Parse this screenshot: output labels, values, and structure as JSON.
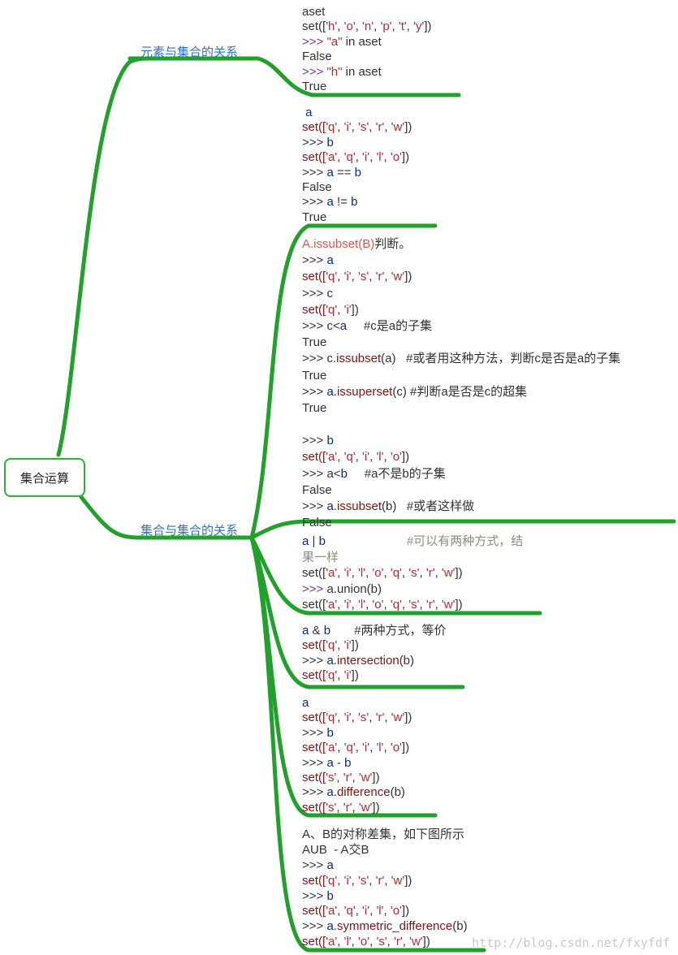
{
  "root": "集合运算",
  "topics": [
    {
      "label": "元素与集合的关系"
    },
    {
      "label": "集合与集合的关系"
    }
  ],
  "blocks": [
    {
      "lines": [
        [
          [
            "def",
            "aset"
          ]
        ],
        [
          [
            "def",
            "set(["
          ],
          [
            "str",
            "'h'"
          ],
          [
            "def",
            ", "
          ],
          [
            "str",
            "'o'"
          ],
          [
            "def",
            ", "
          ],
          [
            "str",
            "'n'"
          ],
          [
            "def",
            ", "
          ],
          [
            "str",
            "'p'"
          ],
          [
            "def",
            ", "
          ],
          [
            "str",
            "'t'"
          ],
          [
            "def",
            ", "
          ],
          [
            "str",
            "'y'"
          ],
          [
            "def",
            "])"
          ]
        ],
        [
          [
            "prompt",
            ">>> "
          ],
          [
            "str",
            "\"a\""
          ],
          [
            "def",
            " in aset"
          ]
        ],
        [
          [
            "def",
            "False"
          ]
        ],
        [
          [
            "prompt",
            ">>> "
          ],
          [
            "str",
            "\"h\""
          ],
          [
            "def",
            " in aset"
          ]
        ],
        [
          [
            "def",
            "True"
          ]
        ]
      ]
    },
    {
      "lines": [
        [
          [
            "var",
            " a"
          ]
        ],
        [
          [
            "fn",
            "set(["
          ],
          [
            "str",
            "'q'"
          ],
          [
            "def",
            ", "
          ],
          [
            "str",
            "'i'"
          ],
          [
            "def",
            ", "
          ],
          [
            "str",
            "'s'"
          ],
          [
            "def",
            ", "
          ],
          [
            "str",
            "'r'"
          ],
          [
            "def",
            ", "
          ],
          [
            "str",
            "'w'"
          ],
          [
            "def",
            "])"
          ]
        ],
        [
          [
            "def",
            ">>> "
          ],
          [
            "var",
            "b"
          ]
        ],
        [
          [
            "fn",
            "set(["
          ],
          [
            "str",
            "'a'"
          ],
          [
            "def",
            ", "
          ],
          [
            "str",
            "'q'"
          ],
          [
            "def",
            ", "
          ],
          [
            "str",
            "'i'"
          ],
          [
            "def",
            ", "
          ],
          [
            "str",
            "'l'"
          ],
          [
            "def",
            ", "
          ],
          [
            "str",
            "'o'"
          ],
          [
            "def",
            "])"
          ]
        ],
        [
          [
            "def",
            ">>> "
          ],
          [
            "var",
            "a"
          ],
          [
            "def",
            " == "
          ],
          [
            "var",
            "b"
          ]
        ],
        [
          [
            "def",
            "False"
          ]
        ],
        [
          [
            "def",
            ">>> "
          ],
          [
            "var",
            "a"
          ],
          [
            "def",
            " != "
          ],
          [
            "var",
            "b"
          ]
        ],
        [
          [
            "def",
            "True"
          ]
        ]
      ]
    },
    {
      "lines": [
        [
          [
            "orange",
            "A.issubset(B)"
          ],
          [
            "def",
            "判断。"
          ]
        ],
        [
          [
            "def",
            ">>> "
          ],
          [
            "var",
            "a"
          ]
        ],
        [
          [
            "fn",
            "set(["
          ],
          [
            "str",
            "'q'"
          ],
          [
            "def",
            ", "
          ],
          [
            "str",
            "'i'"
          ],
          [
            "def",
            ", "
          ],
          [
            "str",
            "'s'"
          ],
          [
            "def",
            ", "
          ],
          [
            "str",
            "'r'"
          ],
          [
            "def",
            ", "
          ],
          [
            "str",
            "'w'"
          ],
          [
            "def",
            "])"
          ]
        ],
        [
          [
            "def",
            ">>> c"
          ]
        ],
        [
          [
            "fn",
            "set(["
          ],
          [
            "str",
            "'q'"
          ],
          [
            "def",
            ", "
          ],
          [
            "str",
            "'i'"
          ],
          [
            "def",
            "])"
          ]
        ],
        [
          [
            "def",
            ">>> c<"
          ],
          [
            "var",
            "a"
          ],
          [
            "def",
            "     #c是a的子集"
          ]
        ],
        [
          [
            "def",
            "True"
          ]
        ],
        [
          [
            "def",
            ">>> c."
          ],
          [
            "fn",
            "issubset"
          ],
          [
            "def",
            "(a)   #或者用这种方法，判断c是否是a的子集"
          ]
        ],
        [
          [
            "def",
            "True"
          ]
        ],
        [
          [
            "def",
            ">>> "
          ],
          [
            "var",
            "a"
          ],
          [
            "def",
            "."
          ],
          [
            "fn",
            "issuperset"
          ],
          [
            "def",
            "(c) #判断a是否是c的超集"
          ]
        ],
        [
          [
            "def",
            "True"
          ]
        ],
        [
          [
            "def",
            " "
          ]
        ],
        [
          [
            "def",
            ">>> "
          ],
          [
            "var",
            "b"
          ]
        ],
        [
          [
            "fn",
            "set(["
          ],
          [
            "str",
            "'a'"
          ],
          [
            "def",
            ", "
          ],
          [
            "str",
            "'q'"
          ],
          [
            "def",
            ", "
          ],
          [
            "str",
            "'i'"
          ],
          [
            "def",
            ", "
          ],
          [
            "str",
            "'l'"
          ],
          [
            "def",
            ", "
          ],
          [
            "str",
            "'o'"
          ],
          [
            "def",
            "])"
          ]
        ],
        [
          [
            "def",
            ">>> a<"
          ],
          [
            "var",
            "b"
          ],
          [
            "def",
            "     #a不是b的子集"
          ]
        ],
        [
          [
            "def",
            "False"
          ]
        ],
        [
          [
            "def",
            ">>> "
          ],
          [
            "var",
            "a"
          ],
          [
            "def",
            "."
          ],
          [
            "fn",
            "issubset"
          ],
          [
            "def",
            "(b)   #或者这样做"
          ]
        ],
        [
          [
            "def",
            "False"
          ]
        ]
      ]
    },
    {
      "lines": [
        [
          [
            "var",
            "a"
          ],
          [
            "def",
            " | "
          ],
          [
            "var",
            "b"
          ],
          [
            "def",
            "                        "
          ],
          [
            "grey",
            "#可以有两种方式，结"
          ]
        ],
        [
          [
            "grey",
            "果一样"
          ]
        ],
        [
          [
            "def",
            "set(["
          ],
          [
            "str",
            "'a'"
          ],
          [
            "def",
            ", "
          ],
          [
            "str",
            "'i'"
          ],
          [
            "def",
            ", "
          ],
          [
            "str",
            "'l'"
          ],
          [
            "def",
            ", "
          ],
          [
            "str",
            "'o'"
          ],
          [
            "def",
            ", "
          ],
          [
            "str",
            "'q'"
          ],
          [
            "def",
            ", "
          ],
          [
            "str",
            "'s'"
          ],
          [
            "def",
            ", "
          ],
          [
            "str",
            "'r'"
          ],
          [
            "def",
            ", "
          ],
          [
            "str",
            "'w'"
          ],
          [
            "def",
            "])"
          ]
        ],
        [
          [
            "prompt",
            ">>> "
          ],
          [
            "def",
            "a.union(b)"
          ]
        ],
        [
          [
            "def",
            "set(["
          ],
          [
            "str",
            "'a'"
          ],
          [
            "def",
            ", "
          ],
          [
            "str",
            "'i'"
          ],
          [
            "def",
            ", "
          ],
          [
            "str",
            "'l'"
          ],
          [
            "def",
            ", "
          ],
          [
            "str",
            "'o'"
          ],
          [
            "def",
            ", "
          ],
          [
            "str",
            "'q'"
          ],
          [
            "def",
            ", "
          ],
          [
            "str",
            "'s'"
          ],
          [
            "def",
            ", "
          ],
          [
            "str",
            "'r'"
          ],
          [
            "def",
            ", "
          ],
          [
            "str",
            "'w'"
          ],
          [
            "def",
            "])"
          ]
        ]
      ]
    },
    {
      "lines": [
        [
          [
            "var",
            "a"
          ],
          [
            "def",
            " & "
          ],
          [
            "var",
            "b"
          ],
          [
            "def",
            "       #两种方式，等价"
          ]
        ],
        [
          [
            "fn",
            "set(["
          ],
          [
            "str",
            "'q'"
          ],
          [
            "def",
            ", "
          ],
          [
            "str",
            "'i'"
          ],
          [
            "def",
            "])"
          ]
        ],
        [
          [
            "def",
            ">>> "
          ],
          [
            "var",
            "a"
          ],
          [
            "def",
            "."
          ],
          [
            "fn",
            "intersection"
          ],
          [
            "def",
            "(b)"
          ]
        ],
        [
          [
            "fn",
            "set(["
          ],
          [
            "str",
            "'q'"
          ],
          [
            "def",
            ", "
          ],
          [
            "str",
            "'i'"
          ],
          [
            "def",
            "])"
          ]
        ]
      ]
    },
    {
      "lines": [
        [
          [
            "var",
            "a"
          ]
        ],
        [
          [
            "fn",
            "set(["
          ],
          [
            "str",
            "'q'"
          ],
          [
            "def",
            ", "
          ],
          [
            "str",
            "'i'"
          ],
          [
            "def",
            ", "
          ],
          [
            "str",
            "'s'"
          ],
          [
            "def",
            ", "
          ],
          [
            "str",
            "'r'"
          ],
          [
            "def",
            ", "
          ],
          [
            "str",
            "'w'"
          ],
          [
            "def",
            "])"
          ]
        ],
        [
          [
            "def",
            ">>> "
          ],
          [
            "var",
            "b"
          ]
        ],
        [
          [
            "fn",
            "set(["
          ],
          [
            "str",
            "'a'"
          ],
          [
            "def",
            ", "
          ],
          [
            "str",
            "'q'"
          ],
          [
            "def",
            ", "
          ],
          [
            "str",
            "'i'"
          ],
          [
            "def",
            ", "
          ],
          [
            "str",
            "'l'"
          ],
          [
            "def",
            ", "
          ],
          [
            "str",
            "'o'"
          ],
          [
            "def",
            "])"
          ]
        ],
        [
          [
            "def",
            ">>> "
          ],
          [
            "var",
            "a"
          ],
          [
            "def",
            " - "
          ],
          [
            "var",
            "b"
          ]
        ],
        [
          [
            "fn",
            "set(["
          ],
          [
            "str",
            "'s'"
          ],
          [
            "def",
            ", "
          ],
          [
            "str",
            "'r'"
          ],
          [
            "def",
            ", "
          ],
          [
            "str",
            "'w'"
          ],
          [
            "def",
            "])"
          ]
        ],
        [
          [
            "def",
            ">>> "
          ],
          [
            "var",
            "a"
          ],
          [
            "def",
            "."
          ],
          [
            "fn",
            "difference"
          ],
          [
            "def",
            "(b)"
          ]
        ],
        [
          [
            "fn",
            "set(["
          ],
          [
            "str",
            "'s'"
          ],
          [
            "def",
            ", "
          ],
          [
            "str",
            "'r'"
          ],
          [
            "def",
            ", "
          ],
          [
            "str",
            "'w'"
          ],
          [
            "def",
            "])"
          ]
        ]
      ]
    },
    {
      "lines": [
        [
          [
            "def",
            "A、B的对称差集，如下图所示"
          ]
        ],
        [
          [
            "def",
            "AUB  - A交B"
          ]
        ],
        [
          [
            "def",
            ">>> "
          ],
          [
            "var",
            "a"
          ]
        ],
        [
          [
            "fn",
            "set(["
          ],
          [
            "str",
            "'q'"
          ],
          [
            "def",
            ", "
          ],
          [
            "str",
            "'i'"
          ],
          [
            "def",
            ", "
          ],
          [
            "str",
            "'s'"
          ],
          [
            "def",
            ", "
          ],
          [
            "str",
            "'r'"
          ],
          [
            "def",
            ", "
          ],
          [
            "str",
            "'w'"
          ],
          [
            "def",
            "])"
          ]
        ],
        [
          [
            "def",
            ">>> "
          ],
          [
            "var",
            "b"
          ]
        ],
        [
          [
            "fn",
            "set(["
          ],
          [
            "str",
            "'a'"
          ],
          [
            "def",
            ", "
          ],
          [
            "str",
            "'q'"
          ],
          [
            "def",
            ", "
          ],
          [
            "str",
            "'i'"
          ],
          [
            "def",
            ", "
          ],
          [
            "str",
            "'l'"
          ],
          [
            "def",
            ", "
          ],
          [
            "str",
            "'o'"
          ],
          [
            "def",
            "])"
          ]
        ],
        [
          [
            "def",
            ">>> "
          ],
          [
            "var",
            "a"
          ],
          [
            "def",
            "."
          ],
          [
            "fn",
            "symmetric_difference"
          ],
          [
            "def",
            "(b)"
          ]
        ],
        [
          [
            "fn",
            "set(["
          ],
          [
            "str",
            "'a'"
          ],
          [
            "def",
            ", "
          ],
          [
            "str",
            "'l'"
          ],
          [
            "def",
            ", "
          ],
          [
            "str",
            "'o'"
          ],
          [
            "def",
            ", "
          ],
          [
            "str",
            "'s'"
          ],
          [
            "def",
            ", "
          ],
          [
            "str",
            "'r'"
          ],
          [
            "def",
            ", "
          ],
          [
            "str",
            "'w'"
          ],
          [
            "def",
            "])"
          ]
        ]
      ]
    }
  ],
  "watermark": "http://blog.csdn.net/fxyfdf",
  "colors": {
    "branch": "#1fa12a",
    "root_border": "#2cb534",
    "topic": "#2a76c6",
    "prompt": "#8e2e8e",
    "string": "#c0262a",
    "variable": "#0b2a8a",
    "function": "#8b1010",
    "comment_grey": "#8d8d7a",
    "highlight": "#e2564a"
  }
}
